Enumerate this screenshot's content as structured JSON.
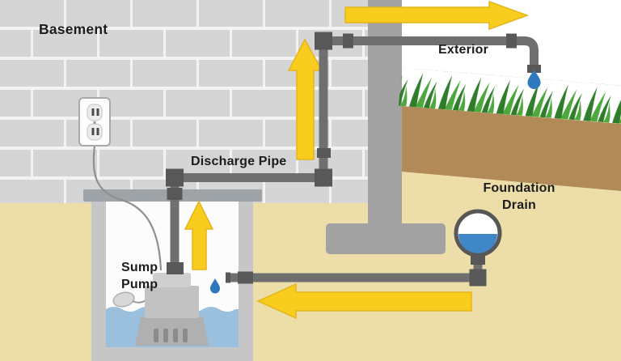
{
  "labels": {
    "basement": "Basement",
    "exterior": "Exterior",
    "discharge_pipe": "Discharge Pipe",
    "sump_line1": "Sump",
    "sump_line2": "Pump",
    "foundation_line1": "Foundation",
    "foundation_line2": "Drain"
  },
  "colors": {
    "arrow_yellow": "#F9CD1E",
    "arrow_outline": "#E3B51C",
    "pipe_gray": "#6F6F6F",
    "joint_gray": "#585858",
    "brick_gray": "#D5D5D5",
    "mortar_white": "#F3F3F1",
    "soil_tan": "#ECDDA9",
    "soil_brown": "#B18A58",
    "foundation_gray": "#A2A2A2",
    "pit_wall_gray": "#C6C6C6",
    "pit_rim_gray": "#9DA3A7",
    "pit_interior": "#FCFCFC",
    "water_blue": "#9BC0DE",
    "drain_blue": "#3F87C6",
    "drop_blue": "#2E79BE",
    "grass_dark": "#2F7D2B",
    "grass_light": "#4CA83C",
    "pump_body": "#C2C2C2",
    "pump_base": "#B0B0B0",
    "pump_cap": "#CFCFCF",
    "label_color": "#1C1C1C"
  }
}
